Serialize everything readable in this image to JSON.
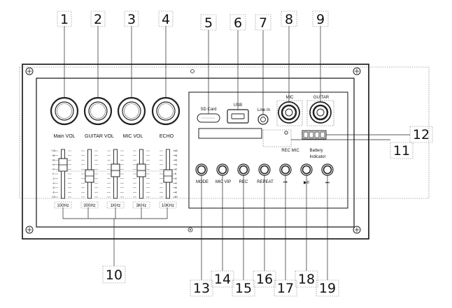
{
  "callouts": [
    "1",
    "2",
    "3",
    "4",
    "5",
    "6",
    "7",
    "8",
    "9",
    "10",
    "11",
    "12",
    "13",
    "14",
    "15",
    "16",
    "17",
    "18",
    "19"
  ],
  "knobs": [
    "Main VOL",
    "GUITAR VOL",
    "MIC VOL",
    "ECHO"
  ],
  "eq": {
    "bands": [
      "100Hz",
      "300Hz",
      "1KHz",
      "3KHz",
      "10KHz"
    ],
    "scale": [
      "+10",
      "+8",
      "+6",
      "+4",
      "+2",
      "0",
      "-2",
      "-4",
      "-6",
      "-8",
      "-10"
    ]
  },
  "ports": {
    "sd_card": "SD Card",
    "usb": "USB",
    "line_in": "Line In",
    "mic": "MIC",
    "guitar": "GUITAR",
    "rec_mic": "REC MIC",
    "battery": "Battery",
    "indicator": "Indicator"
  },
  "buttons": [
    "MODE",
    "MIC VIP",
    "REC",
    "REPEAT",
    "⏮",
    "▶II",
    "⏭"
  ]
}
